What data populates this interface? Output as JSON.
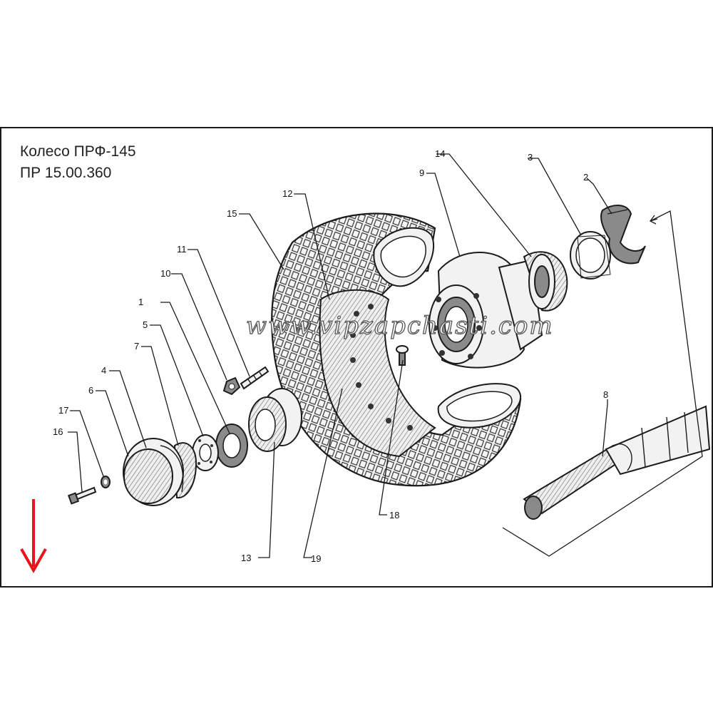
{
  "title": {
    "line1": "Колесо ПРФ-145",
    "line2": "ПР 15.00.360"
  },
  "watermark": "www.vipzapchasti.com",
  "arrow_color": "#e8141b",
  "callouts": [
    {
      "id": "c1",
      "text": "1"
    },
    {
      "id": "c2",
      "text": "2"
    },
    {
      "id": "c3",
      "text": "3"
    },
    {
      "id": "c4",
      "text": "4"
    },
    {
      "id": "c5",
      "text": "5"
    },
    {
      "id": "c6",
      "text": "6"
    },
    {
      "id": "c7",
      "text": "7"
    },
    {
      "id": "c8",
      "text": "8"
    },
    {
      "id": "c9",
      "text": "9"
    },
    {
      "id": "c10",
      "text": "10"
    },
    {
      "id": "c11",
      "text": "11"
    },
    {
      "id": "c12",
      "text": "12"
    },
    {
      "id": "c13",
      "text": "13"
    },
    {
      "id": "c14",
      "text": "14"
    },
    {
      "id": "c15",
      "text": "15"
    },
    {
      "id": "c16",
      "text": "16"
    },
    {
      "id": "c17",
      "text": "17"
    },
    {
      "id": "c18",
      "text": "18"
    },
    {
      "id": "c19",
      "text": "19"
    }
  ]
}
